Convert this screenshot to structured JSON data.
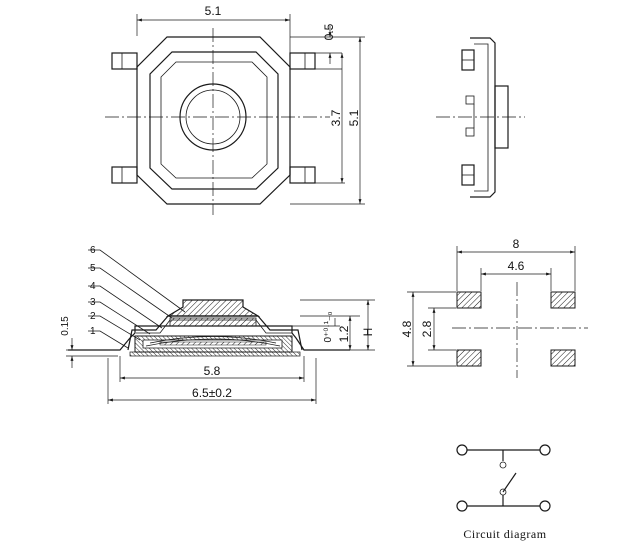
{
  "top_view": {
    "width_label": "5.1",
    "offset_label": "0.5",
    "inner_label": "3.7",
    "height_label": "5.1"
  },
  "section_view": {
    "callouts": [
      "6",
      "5",
      "4",
      "3",
      "2",
      "1"
    ],
    "thickness_label": "0.15",
    "tolerance_label": "0⁺⁰·¹₋₀",
    "lower_height_label": "1.2",
    "height_label": "H",
    "body_width_label": "5.8",
    "overall_width_label": "6.5±0.2"
  },
  "footprint": {
    "outer_width_label": "8",
    "inner_width_label": "4.6",
    "outer_height_label": "4.8",
    "inner_height_label": "2.8"
  },
  "circuit": {
    "caption": "Circuit diagram"
  }
}
